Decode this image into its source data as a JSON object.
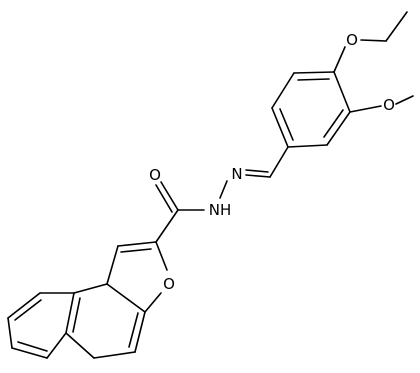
{
  "structure": {
    "atom_labels": {
      "o_carbonyl": "O",
      "n_hydrazone": "N",
      "nh": "NH",
      "o_furan": "O",
      "o_ethoxy": "O",
      "o_methoxy": "O"
    }
  },
  "colors": {
    "bond": "#000000",
    "background": "#ffffff"
  }
}
